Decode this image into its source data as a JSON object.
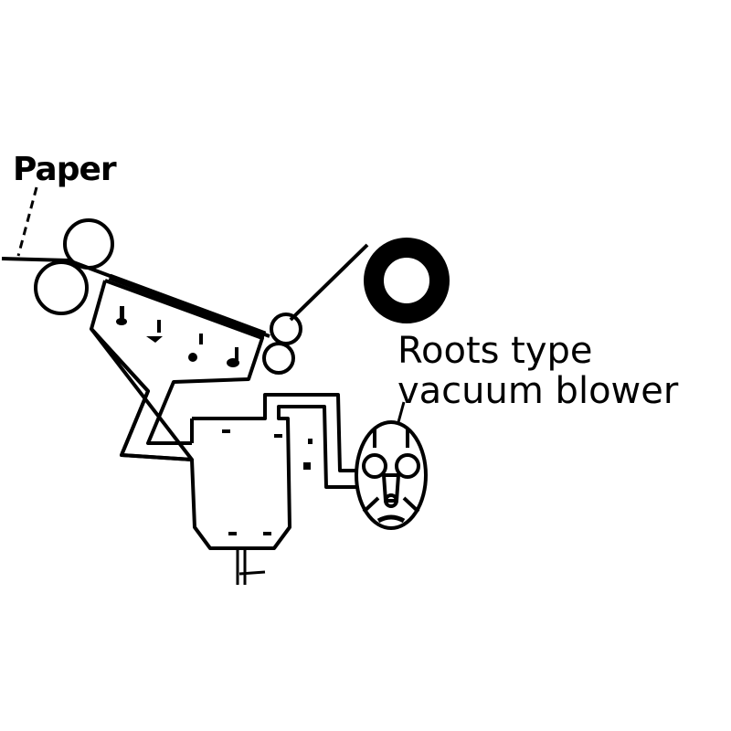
{
  "labels": {
    "paper": "Paper",
    "blower_line1": "Roots type",
    "blower_line2": "vacuum blower"
  }
}
